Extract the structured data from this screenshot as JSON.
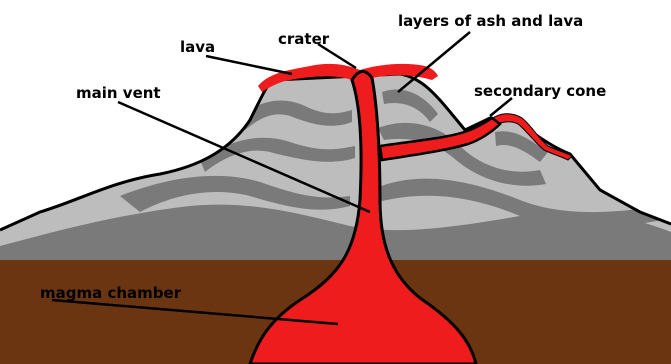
{
  "diagram": {
    "labels": {
      "layers": "layers of ash and lava",
      "crater": "crater",
      "lava": "lava",
      "main_vent": "main vent",
      "secondary_cone": "secondary cone",
      "magma_chamber": "magma chamber"
    },
    "colors": {
      "ground": "#6b3512",
      "magma": "#ee1c1c",
      "light_layer": "#bdbdbd",
      "dark_layer": "#7a7a7a",
      "outline": "#000000"
    }
  }
}
